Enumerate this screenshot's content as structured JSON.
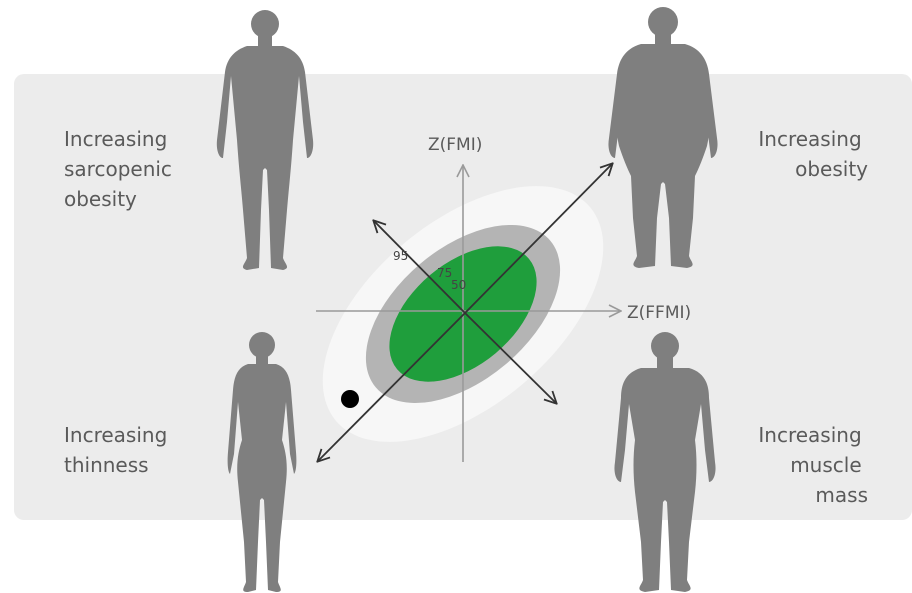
{
  "quadrants": {
    "top_left": [
      "Increasing",
      "sarcopenic",
      "obesity"
    ],
    "top_right": [
      "Increasing",
      "obesity"
    ],
    "bottom_left": [
      "Increasing",
      "thinness"
    ],
    "bottom_right": [
      "Increasing",
      "muscle",
      "mass"
    ]
  },
  "axes": {
    "y_label": "Z(FMI)",
    "x_label": "Z(FFMI)"
  },
  "percentiles": {
    "p95": "95",
    "p75": "75",
    "p50": "50"
  },
  "colors": {
    "panel": "#ececec",
    "outer_ellipse": "#f7f7f7",
    "middle_ellipse": "#b4b4b4",
    "inner_ellipse": "#1f9e3c",
    "silhouette": "#7f7f7f",
    "axis_line": "#9a9a9a",
    "arrow_line": "#333333",
    "marker": "#000000"
  },
  "icons": [
    "male-silhouette-icon",
    "female-silhouette-icon",
    "data-point-marker"
  ]
}
